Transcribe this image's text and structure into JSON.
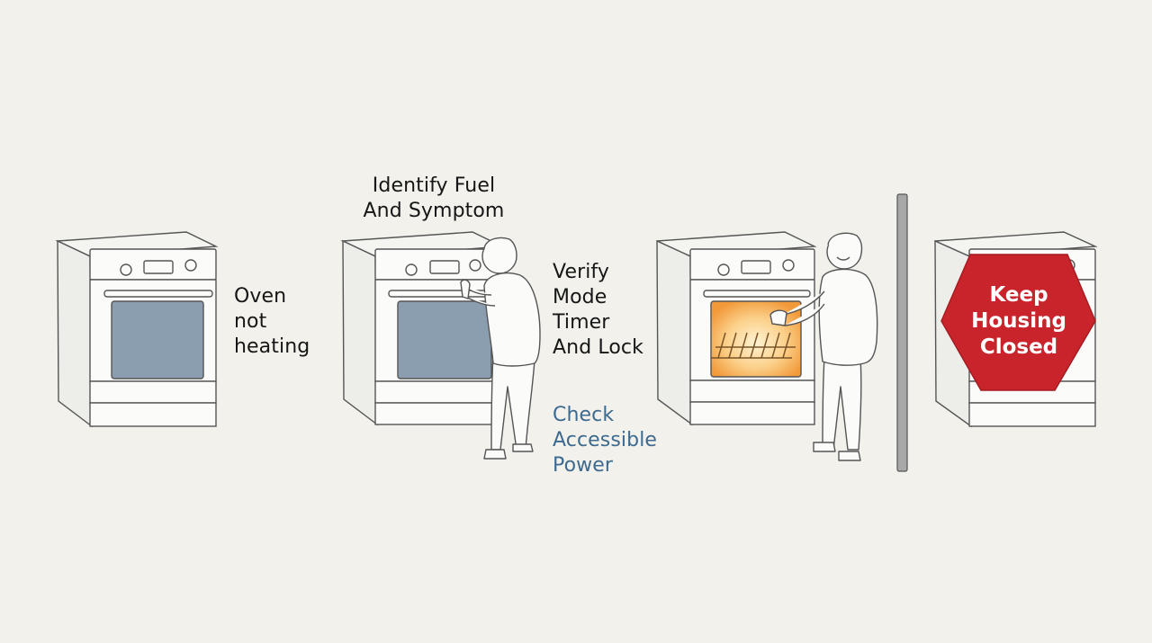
{
  "labels": {
    "oven_not_heating": "Oven\nnot\nheating",
    "identify_fuel": "Identify Fuel\nAnd Symptom",
    "verify_mode": "Verify\nMode\nTimer\nAnd Lock",
    "check_power": "Check\nAccessible\nPower",
    "keep_housing": "Keep\nHousing\nClosed"
  },
  "colors": {
    "background": "#f2f1ec",
    "outline": "#555555",
    "window": "#8b9eb0",
    "glow": "#f5a23c",
    "stop_sign": "#c9242b",
    "check_text": "#3d6a8e",
    "barrier": "#a8a8a8"
  }
}
